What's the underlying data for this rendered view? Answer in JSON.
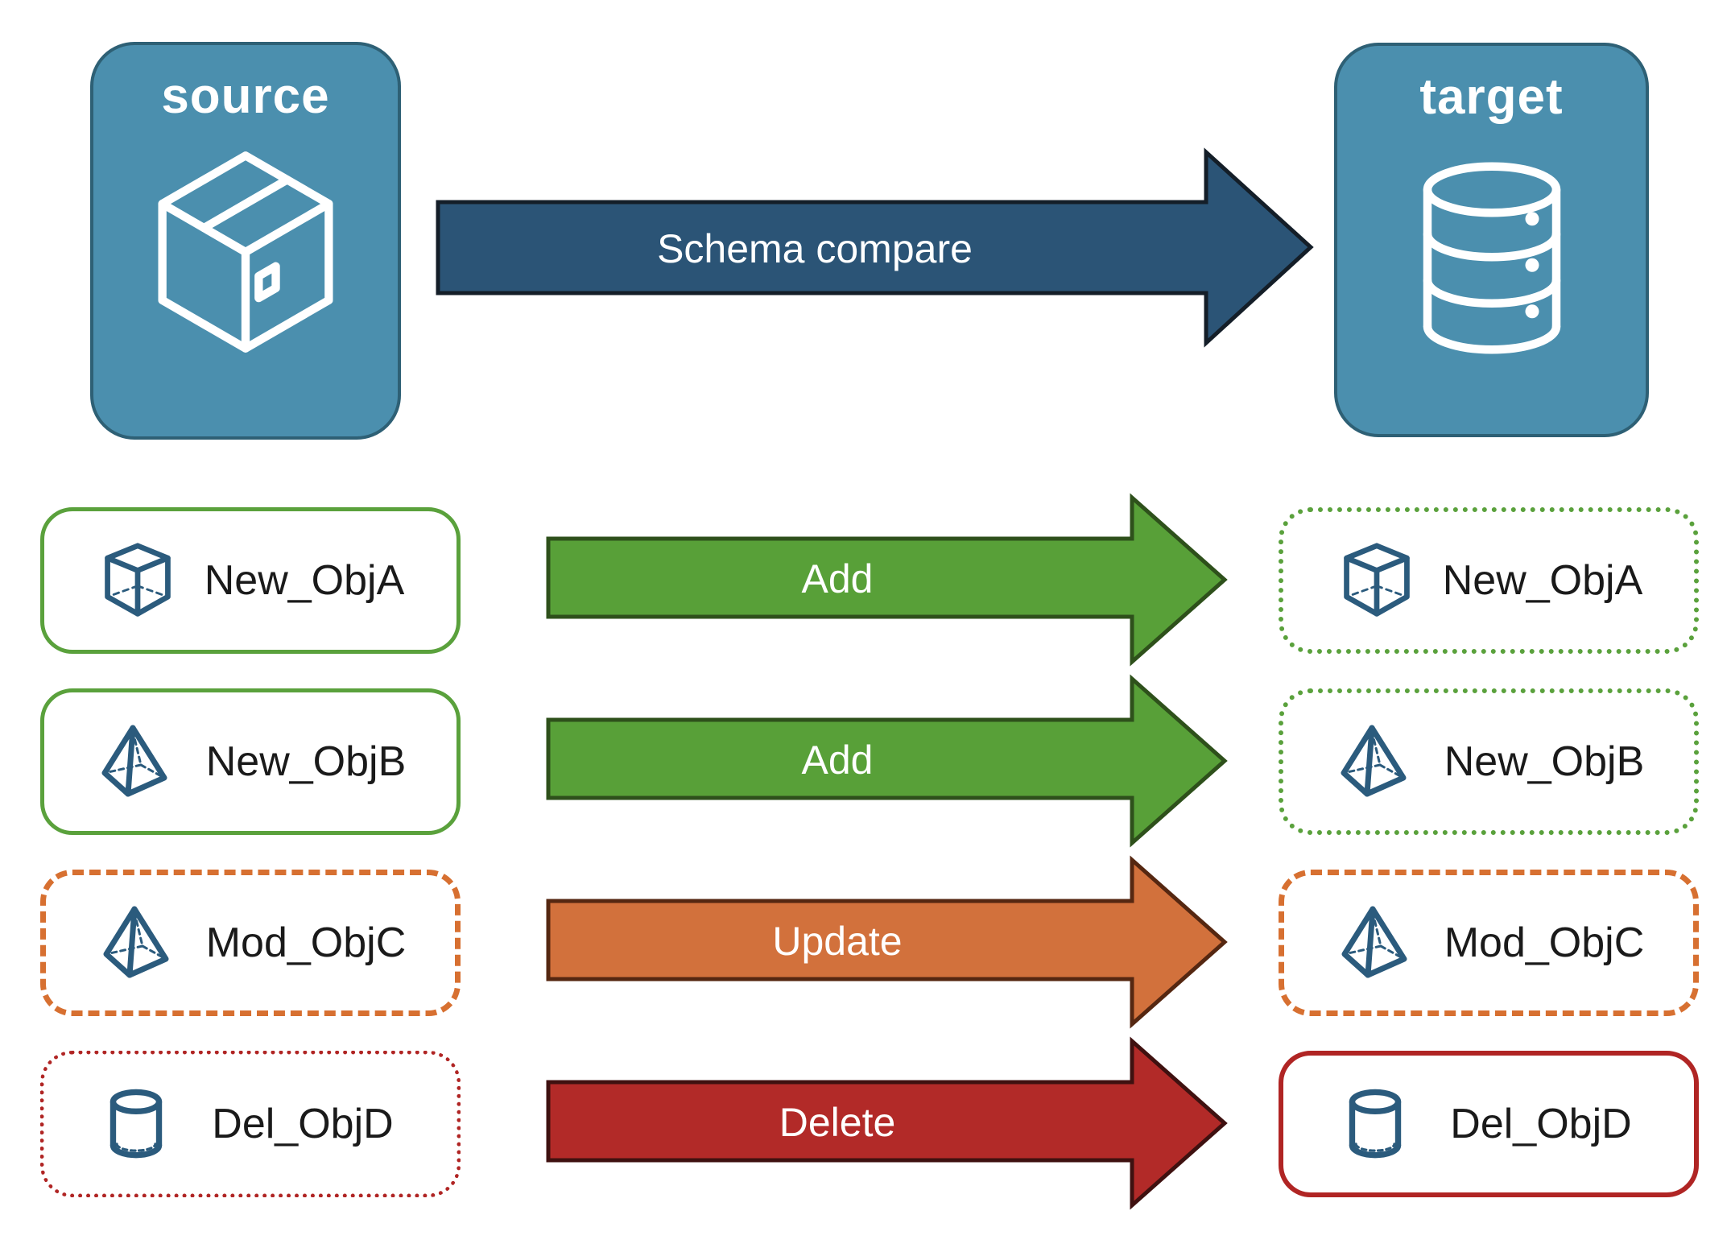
{
  "nodes": {
    "source": {
      "label": "source",
      "icon": "package-icon"
    },
    "target": {
      "label": "target",
      "icon": "database-icon"
    }
  },
  "main_arrow": {
    "label": "Schema compare"
  },
  "rows": [
    {
      "source_label": "New_ObjA",
      "target_label": "New_ObjA",
      "action": "Add",
      "icon": "cube-icon",
      "source_border": "solid-green",
      "target_border": "dotted-green"
    },
    {
      "source_label": "New_ObjB",
      "target_label": "New_ObjB",
      "action": "Add",
      "icon": "pyramid-icon",
      "source_border": "solid-green",
      "target_border": "dotted-green"
    },
    {
      "source_label": "Mod_ObjC",
      "target_label": "Mod_ObjC",
      "action": "Update",
      "icon": "pyramid-icon",
      "source_border": "dashed-orange",
      "target_border": "dashed-orange"
    },
    {
      "source_label": "Del_ObjD",
      "target_label": "Del_ObjD",
      "action": "Delete",
      "icon": "cylinder-icon",
      "source_border": "dotted-red",
      "target_border": "solid-red"
    }
  ],
  "colors": {
    "node_blue_fill": "#4B8FAE",
    "node_blue_border": "#2E6075",
    "icon_steel_blue": "#2B5B7D",
    "schema_arrow_fill": "#2B5476",
    "schema_arrow_outline": "#141E28",
    "add_green_fill": "#58A038",
    "add_green_outline": "#2E501B",
    "update_orange_fill": "#D2713C",
    "update_orange_outline": "#552711",
    "delete_red_fill": "#B22A28",
    "delete_red_outline": "#3F1110",
    "box_green_border": "#5AA13C",
    "box_orange_border": "#D77031",
    "box_red_border": "#B02524",
    "object_label_text": "#1A1A1A",
    "arrow_label_text": "#FFFFFF"
  }
}
